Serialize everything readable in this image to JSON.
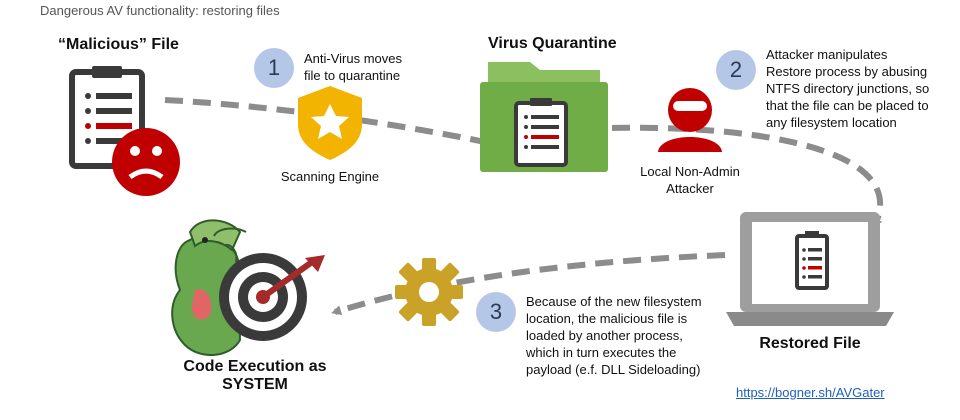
{
  "header": {
    "partial_text": "Dangerous AV functionality: restoring files"
  },
  "malicious_file": {
    "title": "“Malicious” File"
  },
  "step1": {
    "number": "1",
    "text": "Anti-Virus moves\nfile to quarantine"
  },
  "scanning_engine": {
    "label": "Scanning Engine"
  },
  "quarantine": {
    "title": "Virus Quarantine"
  },
  "attacker": {
    "label": "Local Non-Admin\nAttacker"
  },
  "step2": {
    "number": "2",
    "text": "Attacker manipulates\nRestore process by abusing\nNTFS directory junctions, so\nthat the file can be placed to\nany filesystem location"
  },
  "restored_file": {
    "label": "Restored File"
  },
  "step3": {
    "number": "3",
    "text": "Because of the new filesystem\nlocation, the malicious file is\nloaded by another process,\nwhich in turn executes the\npayload (e.f. DLL Sideloading)"
  },
  "code_execution": {
    "label": "Code Execution as\nSYSTEM"
  },
  "link": {
    "text": "https://bogner.sh/AVGater"
  },
  "colors": {
    "arrow": "#8c8c8c",
    "danger": "#c00000",
    "shield": "#f2b400",
    "folder": "#70ad47",
    "gear": "#c9a227",
    "step": "#b4c7e7"
  }
}
